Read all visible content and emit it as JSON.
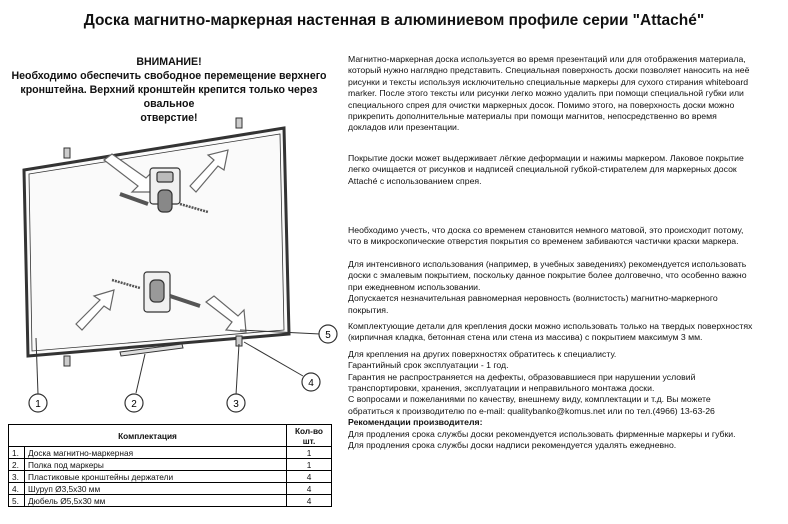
{
  "title": "Доска магнитно-маркерная настенная в алюминиевом профиле серии \"Attaché\"",
  "warning": {
    "heading": "ВНИМАНИЕ!",
    "line1": "Необходимо обеспечить свободное перемещение верхнего",
    "line2": "кронштейна. Верхний кронштейн крепится только через овальное",
    "line3": "отверстие!"
  },
  "callouts": [
    "1",
    "2",
    "3",
    "4",
    "5"
  ],
  "paragraphs": {
    "p1": [
      "Магнитно-маркерная доска используется во время презентаций или для отображения материала,",
      "который нужно наглядно представить. Специальная поверхность доски позволяет наносить на неё",
      "рисунки и тексты используя исключительно специальные маркеры для сухого стирания whiteboard",
      "marker. После этого тексты или рисунки легко можно удалить при помощи специальной губки или",
      "специального спрея для очистки маркерных досок. Помимо этого, на поверхность доски можно",
      "прикрепить дополнительные материалы при помощи магнитов, непосредственно во время",
      "докладов или презентации."
    ],
    "p2": [
      "Покрытие доски может выдерживает лёгкие деформации и нажимы маркером.  Лаковое покрытие",
      "легко очищается от рисунков и надписей специальной губкой-стирателем для маркерных досок",
      "Attaché с использованием спрея."
    ],
    "p3": [
      "Необходимо учесть, что доска со временем становится немного матовой, это происходит потому,",
      "что в микроскопические отверстия покрытия со временем забиваются частички краски маркера."
    ],
    "p4": [
      "Для интенсивного использования (например, в учебных заведениях) рекомендуется использовать",
      "доски с эмалевым покрытием, поскольку данное покрытие более долговечно, что особенно важно",
      "при ежедневном использовании.",
      "Допускается незначительная равномерная неровность (волнистость) магнитно-маркерного",
      "покрытия."
    ],
    "p5": [
      "Комплектующие детали для крепления доски можно использовать только на твердых поверхностях",
      "(кирпичная кладка, бетонная стена или стена из массива) с покрытием максимум 3 мм."
    ],
    "p6": [
      "Для крепления на других поверхностях обратитесь к специалисту.",
      "Гарантийный срок эксплуатации - 1 год.",
      "Гарантия не распространяется на дефекты, образовавшиеся при нарушении условий",
      "транспортировки, хранения, эксплуатации и неправильного монтажа доски.",
      "С вопросами и пожеланиями по качеству, внешнему виду, комплектации и т.д. Вы можете",
      "обратиться к производителю по e-mail: qualitybanko@komus.net или по тел.(4966) 13-63-26"
    ],
    "rec_heading": "Рекомендации производителя:",
    "rec": [
      "Для продления срока службы доски рекомендуется использовать фирменные маркеры и губки.",
      "Для продления срока службы доски надписи рекомендуется удалять ежедневно."
    ]
  },
  "table": {
    "header_name": "Комплектация",
    "header_qty": "Кол-во шт.",
    "rows": [
      {
        "n": "1.",
        "name": "Доска магнитно-маркерная",
        "qty": "1"
      },
      {
        "n": "2.",
        "name": "Полка под маркеры",
        "qty": "1"
      },
      {
        "n": "3.",
        "name": "Пластиковые кронштейны держатели",
        "qty": "4"
      },
      {
        "n": "4.",
        "name": "Шуруп Ø3,5x30 мм",
        "qty": "4"
      },
      {
        "n": "5.",
        "name": "Дюбель Ø5,5x30 мм",
        "qty": "4"
      }
    ]
  }
}
